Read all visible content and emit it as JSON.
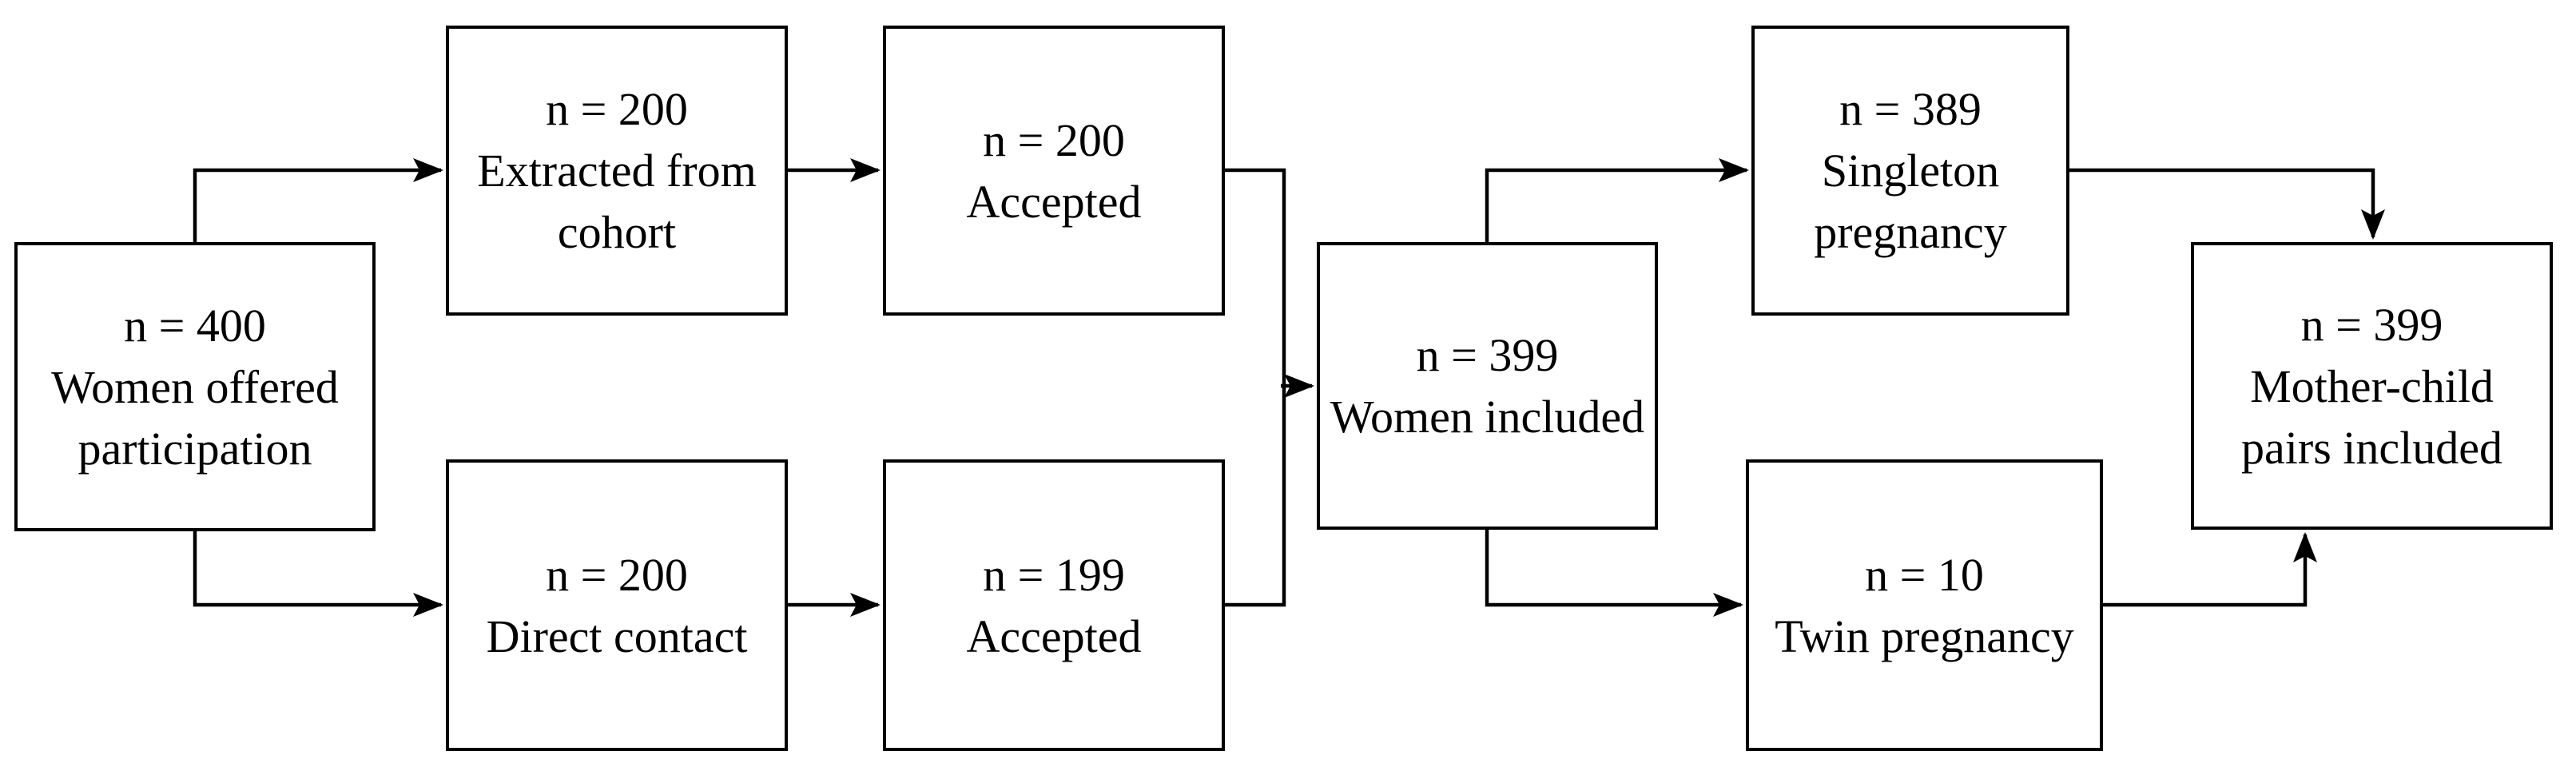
{
  "colors": {
    "line": "#000000",
    "background": "#ffffff",
    "text": "#000000"
  },
  "boxes": [
    {
      "key": "women-offered-participation",
      "lines": [
        "n = 400",
        "Women offered",
        "participation"
      ]
    },
    {
      "key": "extracted-from-cohort",
      "lines": [
        "n = 200",
        "Extracted from",
        "cohort"
      ]
    },
    {
      "key": "direct-contact",
      "lines": [
        "n = 200",
        "Direct contact"
      ]
    },
    {
      "key": "accepted-cohort",
      "lines": [
        "n = 200",
        "Accepted"
      ]
    },
    {
      "key": "accepted-direct-contact",
      "lines": [
        "n = 199",
        "Accepted"
      ]
    },
    {
      "key": "women-included",
      "lines": [
        "n = 399",
        "Women included"
      ]
    },
    {
      "key": "singleton-pregnancy",
      "lines": [
        "n = 389",
        "Singleton",
        "pregnancy"
      ]
    },
    {
      "key": "twin-pregnancy",
      "lines": [
        "n = 10",
        "Twin pregnancy"
      ]
    },
    {
      "key": "mother-child-pairs-included",
      "lines": [
        "n = 399",
        "Mother-child",
        "pairs included"
      ]
    }
  ],
  "edges": [
    {
      "from": "women-offered-participation",
      "to": "extracted-from-cohort"
    },
    {
      "from": "women-offered-participation",
      "to": "direct-contact"
    },
    {
      "from": "extracted-from-cohort",
      "to": "accepted-cohort"
    },
    {
      "from": "direct-contact",
      "to": "accepted-direct-contact"
    },
    {
      "from": "accepted-cohort",
      "to": "women-included"
    },
    {
      "from": "accepted-direct-contact",
      "to": "women-included"
    },
    {
      "from": "women-included",
      "to": "singleton-pregnancy"
    },
    {
      "from": "women-included",
      "to": "twin-pregnancy"
    },
    {
      "from": "singleton-pregnancy",
      "to": "mother-child-pairs-included"
    },
    {
      "from": "twin-pregnancy",
      "to": "mother-child-pairs-included"
    }
  ]
}
